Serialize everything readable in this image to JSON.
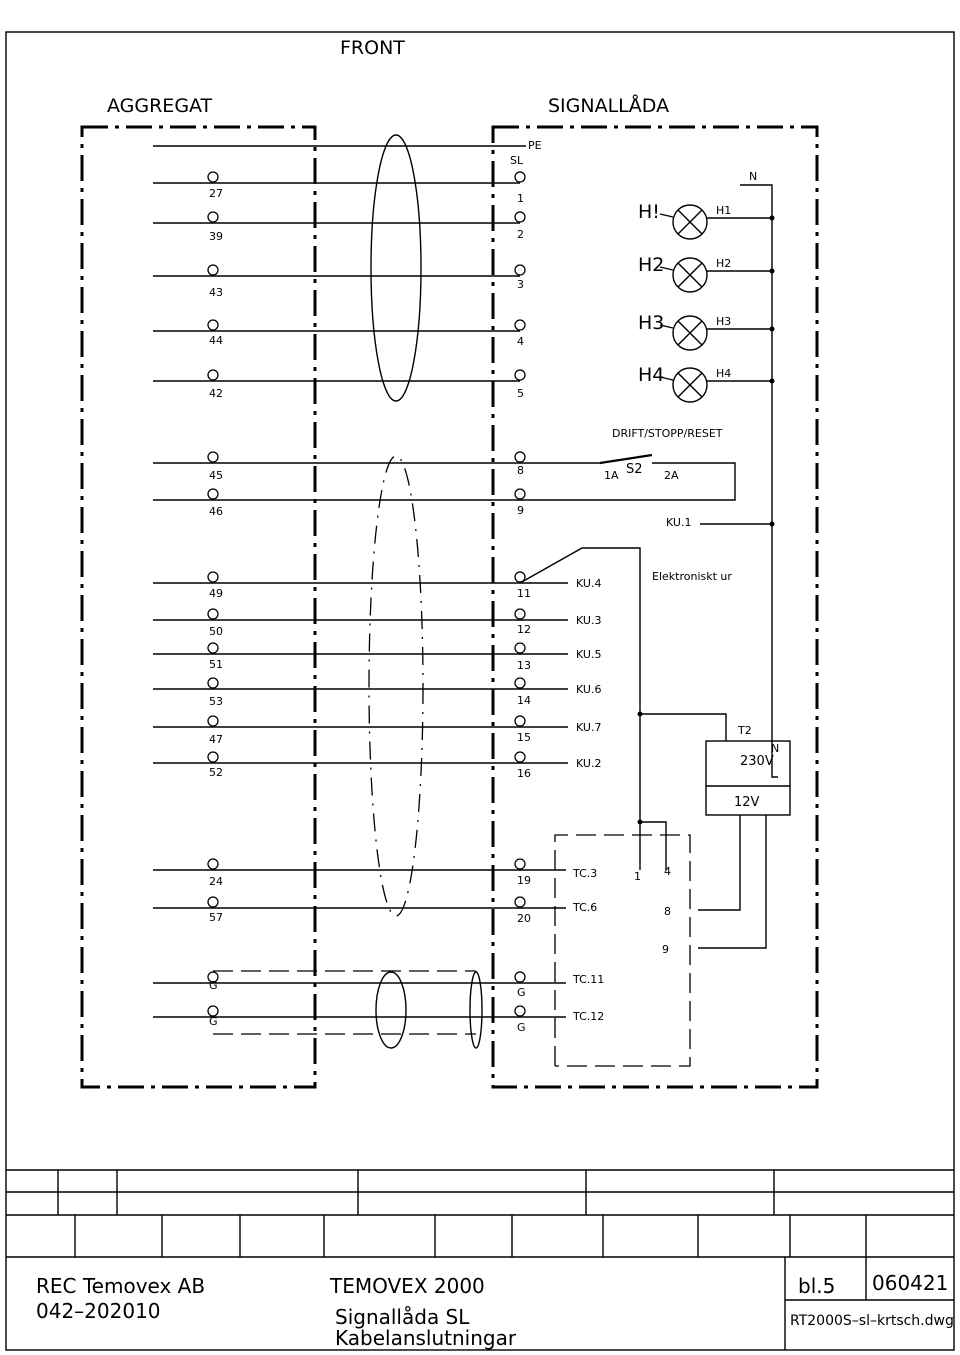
{
  "header": {
    "front": "FRONT",
    "aggregat": "AGGREGAT",
    "signallada": "SIGNALLÅDA"
  },
  "top_labels": {
    "pe": "PE",
    "sl": "SL",
    "n": "N"
  },
  "left_terminals": [
    "27",
    "39",
    "43",
    "44",
    "42",
    "45",
    "46",
    "49",
    "50",
    "51",
    "53",
    "47",
    "52",
    "24",
    "57",
    "G",
    "G"
  ],
  "right_terminals": [
    "1",
    "2",
    "3",
    "4",
    "5",
    "8",
    "9",
    "11",
    "12",
    "13",
    "14",
    "15",
    "16",
    "19",
    "20",
    "G",
    "G"
  ],
  "lamps": {
    "labels": [
      "H!",
      "H2",
      "H3",
      "H4"
    ],
    "tags": [
      "H1",
      "H2",
      "H3",
      "H4"
    ]
  },
  "switch": {
    "title": "DRIFT/STOPP/RESET",
    "name": "S2",
    "pin_a": "1A",
    "pin_b": "2A",
    "ku": "KU.1"
  },
  "timer": {
    "title": "Elektroniskt ur",
    "ku_labels": [
      "KU.4",
      "KU.3",
      "KU.5",
      "KU.6",
      "KU.7",
      "KU.2"
    ]
  },
  "transformer": {
    "name": "T2",
    "primary": "230V",
    "secondary": "12V",
    "n": "N"
  },
  "tc_labels": [
    "TC.3",
    "TC.6",
    "TC.11",
    "TC.12"
  ],
  "tc_pins": [
    "1",
    "4",
    "8",
    "9"
  ],
  "title_block": {
    "company": "REC Temovex AB",
    "number": "042–202010",
    "product": "TEMOVEX 2000",
    "title1": "Signallåda SL",
    "title2": "Kabelanslutningar",
    "sheet": "bl.5",
    "date": "060421",
    "file": "RT2000S–sl–krtsch.dwg"
  }
}
